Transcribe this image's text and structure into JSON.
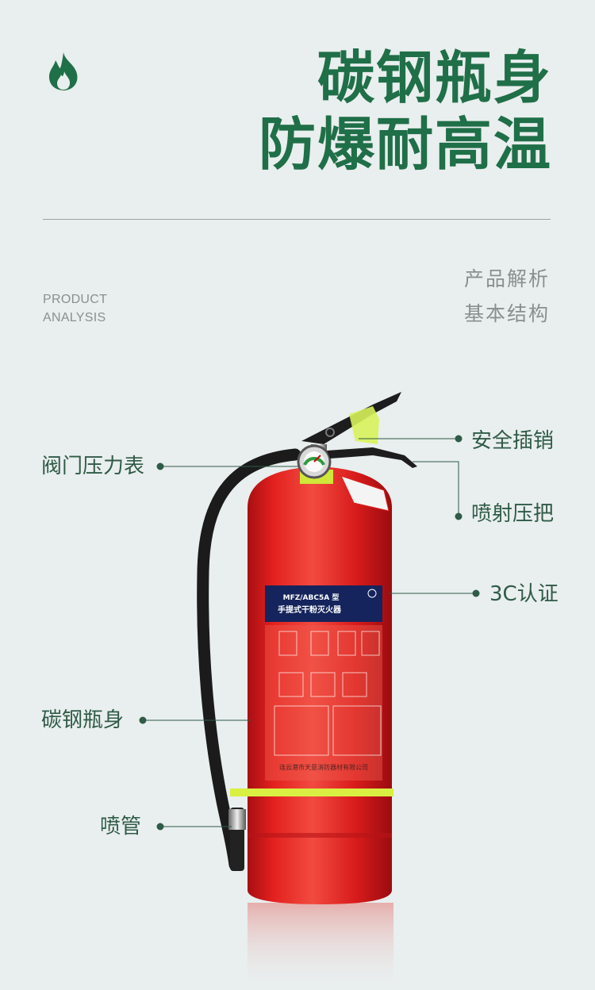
{
  "header": {
    "title_line1": "碳钢瓶身",
    "title_line2": "防爆耐高温"
  },
  "section": {
    "en_line1": "PRODUCT",
    "en_line2": "ANALYSIS",
    "cn_line1": "产品解析",
    "cn_line2": "基本结构"
  },
  "product_label": {
    "model": "MFZ/ABC5A 型",
    "name": "手提式干粉灭火器",
    "maker": "连云港市天意消防器材有限公司"
  },
  "callouts": {
    "safety_pin": "安全插销",
    "pressure_gauge": "阀门压力表",
    "handle": "喷射压把",
    "certification": "3C认证",
    "carbon_steel_body": "碳钢瓶身",
    "hose": "喷管"
  },
  "colors": {
    "brand_green": "#1f6f48",
    "callout_text": "#2f5b47",
    "cylinder_red": "#e52222",
    "background": "#e9eeee"
  },
  "icons": {
    "header_icon": "flame-icon"
  }
}
